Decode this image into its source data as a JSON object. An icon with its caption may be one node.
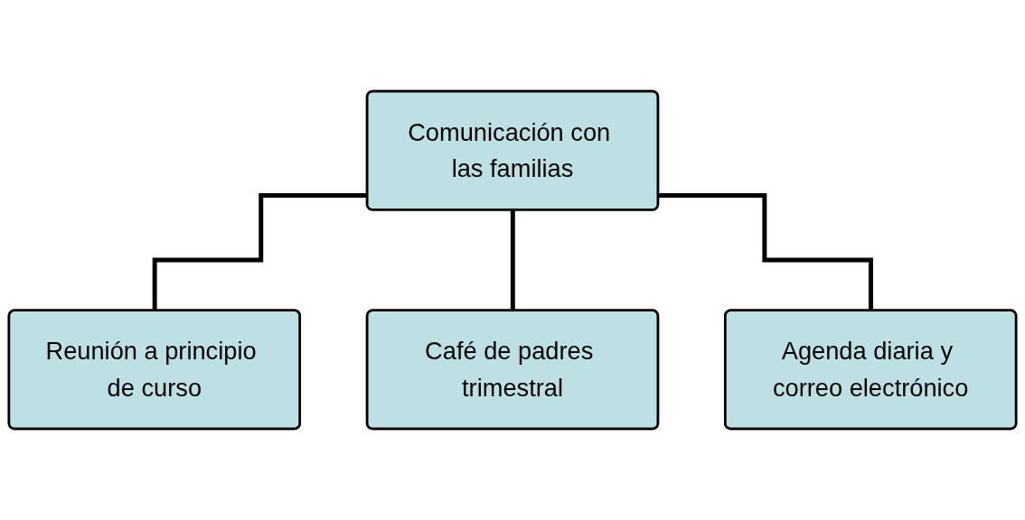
{
  "diagram": {
    "nodes": [
      {
        "text": [
          "Comunicación con las familias"
        ]
      },
      {
        "text": [
          "Reunión a principio de curso"
        ]
      },
      {
        "text": [
          "Café de padres trimestral"
        ]
      },
      {
        "text": [
          "Agenda diaria y correo electrónico"
        ]
      }
    ],
    "edges": [
      {
        "from": 0,
        "to": 1,
        "arrow": "none"
      },
      {
        "from": 0,
        "to": 2,
        "arrow": "none"
      },
      {
        "from": 0,
        "to": 3,
        "arrow": "none"
      }
    ]
  }
}
